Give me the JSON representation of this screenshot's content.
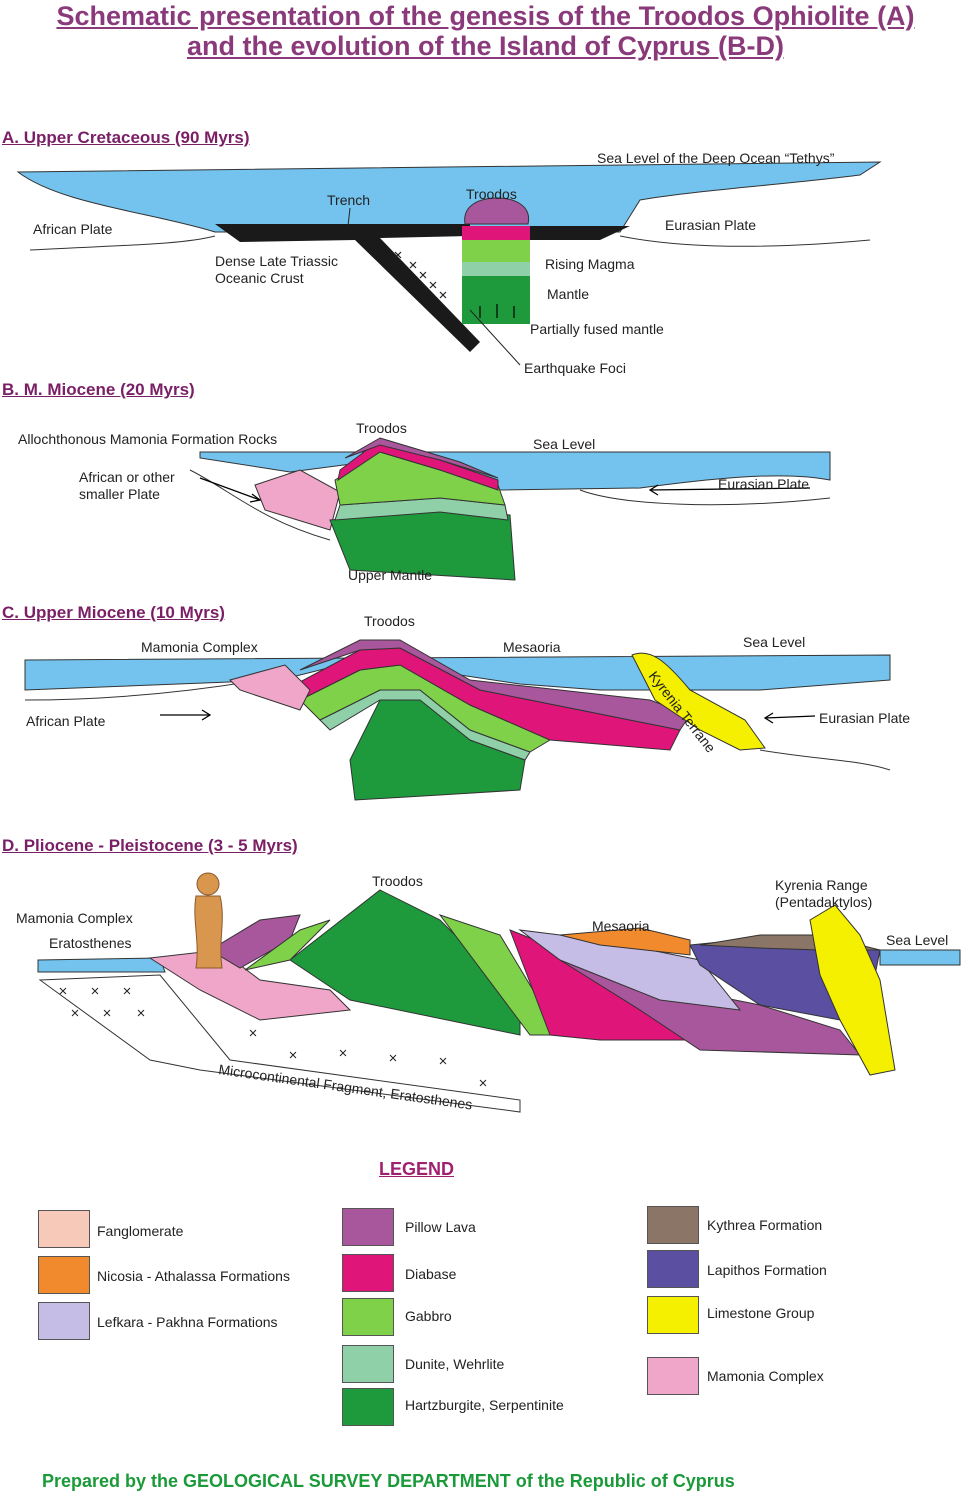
{
  "title": {
    "line1": "Schematic presentation of the genesis of the Troodos Ophiolite (A)",
    "line2": "and the evolution of the Island of Cyprus (B-D)"
  },
  "panels": {
    "a": {
      "heading": "A. Upper Cretaceous (90 Myrs)",
      "labels": {
        "sea_level": "Sea Level of the Deep Ocean “Tethys”",
        "trench": "Trench",
        "troodos": "Troodos",
        "african_plate": "African Plate",
        "eurasian_plate": "Eurasian Plate",
        "crust_line1": "Dense Late Triassic",
        "crust_line2": "Oceanic Crust",
        "rising_magma": "Rising Magma",
        "mantle": "Mantle",
        "fused_mantle": "Partially fused mantle",
        "earthquake": "Earthquake Foci"
      }
    },
    "b": {
      "heading": "B. M. Miocene (20 Myrs)",
      "labels": {
        "mamonia_rocks": "Allochthonous Mamonia Formation Rocks",
        "troodos": "Troodos",
        "sea_level": "Sea Level",
        "african_line1": "African or other",
        "african_line2": "smaller Plate",
        "eurasian_plate": "Eurasian Plate",
        "upper_mantle": "Upper Mantle"
      }
    },
    "c": {
      "heading": "C. Upper Miocene (10 Myrs)",
      "labels": {
        "troodos": "Troodos",
        "mamonia": "Mamonia Complex",
        "mesaoria": "Mesaoria",
        "sea_level": "Sea Level",
        "african_plate": "African Plate",
        "eurasian_plate": "Eurasian Plate",
        "kyrenia_terrane": "Kyrenia Terrane"
      }
    },
    "d": {
      "heading": "D. Pliocene - Pleistocene (3 - 5 Myrs)",
      "labels": {
        "troodos": "Troodos",
        "mamonia": "Mamonia Complex",
        "eratosthenes": "Eratosthenes",
        "mesaoria": "Mesaoria",
        "kyrenia_line1": "Kyrenia Range",
        "kyrenia_line2": "(Pentadaktylos)",
        "sea_level": "Sea Level",
        "micro": "Microcontinental Fragment, Eratosthenes"
      }
    }
  },
  "legend": {
    "heading": "LEGEND",
    "items": [
      {
        "label": "Fanglomerate",
        "color": "#f6c9b8"
      },
      {
        "label": "Nicosia - Athalassa Formations",
        "color": "#f08a2c"
      },
      {
        "label": "Lefkara - Pakhna Formations",
        "color": "#c6bde6"
      },
      {
        "label": "Pillow Lava",
        "color": "#a9579c"
      },
      {
        "label": "Diabase",
        "color": "#e0157a"
      },
      {
        "label": "Gabbro",
        "color": "#7fd14a"
      },
      {
        "label": "Dunite, Wehrlite",
        "color": "#8fd0a8"
      },
      {
        "label": "Hartzburgite, Serpentinite",
        "color": "#1e9a3c"
      },
      {
        "label": "Kythrea Formation",
        "color": "#8a7566"
      },
      {
        "label": "Lapithos Formation",
        "color": "#5a4fa0"
      },
      {
        "label": "Limestone Group",
        "color": "#f4f000"
      },
      {
        "label": "Mamonia Complex",
        "color": "#f0a6c8"
      }
    ]
  },
  "colors": {
    "sea": "#73c3ee",
    "crust": "#1a1a1a",
    "pillow": "#a9579c",
    "diabase": "#e0157a",
    "gabbro": "#7fd14a",
    "dunite": "#8fd0a8",
    "harz": "#1e9a3c",
    "mamonia": "#f0a6c8",
    "lefkara": "#c6bde6",
    "nicosia": "#f08a2c",
    "lapithos": "#5a4fa0",
    "kythrea": "#8a7566",
    "limestone": "#f4f000",
    "statue": "#d9964e"
  },
  "footer": "Prepared by the GEOLOGICAL SURVEY DEPARTMENT of the Republic of Cyprus"
}
